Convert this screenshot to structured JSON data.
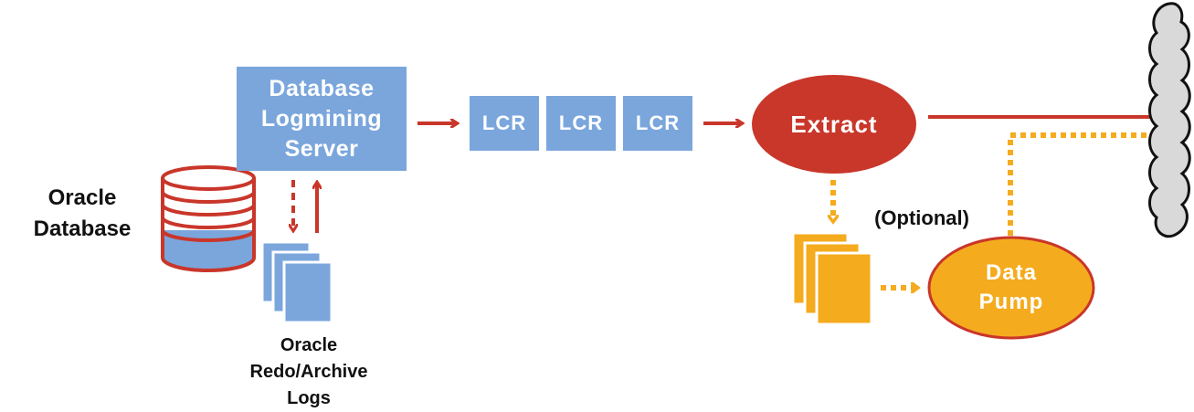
{
  "colors": {
    "blue": "#7aa6dc",
    "red": "#c9362a",
    "orange": "#f5ab1e",
    "orange_border": "#c9362a",
    "cloud": "#d9d9d9",
    "text": "#111111"
  },
  "nodes": {
    "oracle_database": {
      "label": "Oracle\nDatabase",
      "icon": "database-cylinder-icon"
    },
    "logmining_server": {
      "label": "Database\nLogmining\nServer"
    },
    "redo_logs": {
      "label": "Oracle\nRedo/Archive\nLogs",
      "icon": "document-stack-icon"
    },
    "lcr_items": [
      "LCR",
      "LCR",
      "LCR"
    ],
    "extract": {
      "label": "Extract"
    },
    "optional": {
      "label": "(Optional)"
    },
    "trail_files": {
      "icon": "trail-file-stack-icon"
    },
    "data_pump": {
      "label": "Data\nPump"
    },
    "network": {
      "icon": "cloud-icon"
    }
  }
}
